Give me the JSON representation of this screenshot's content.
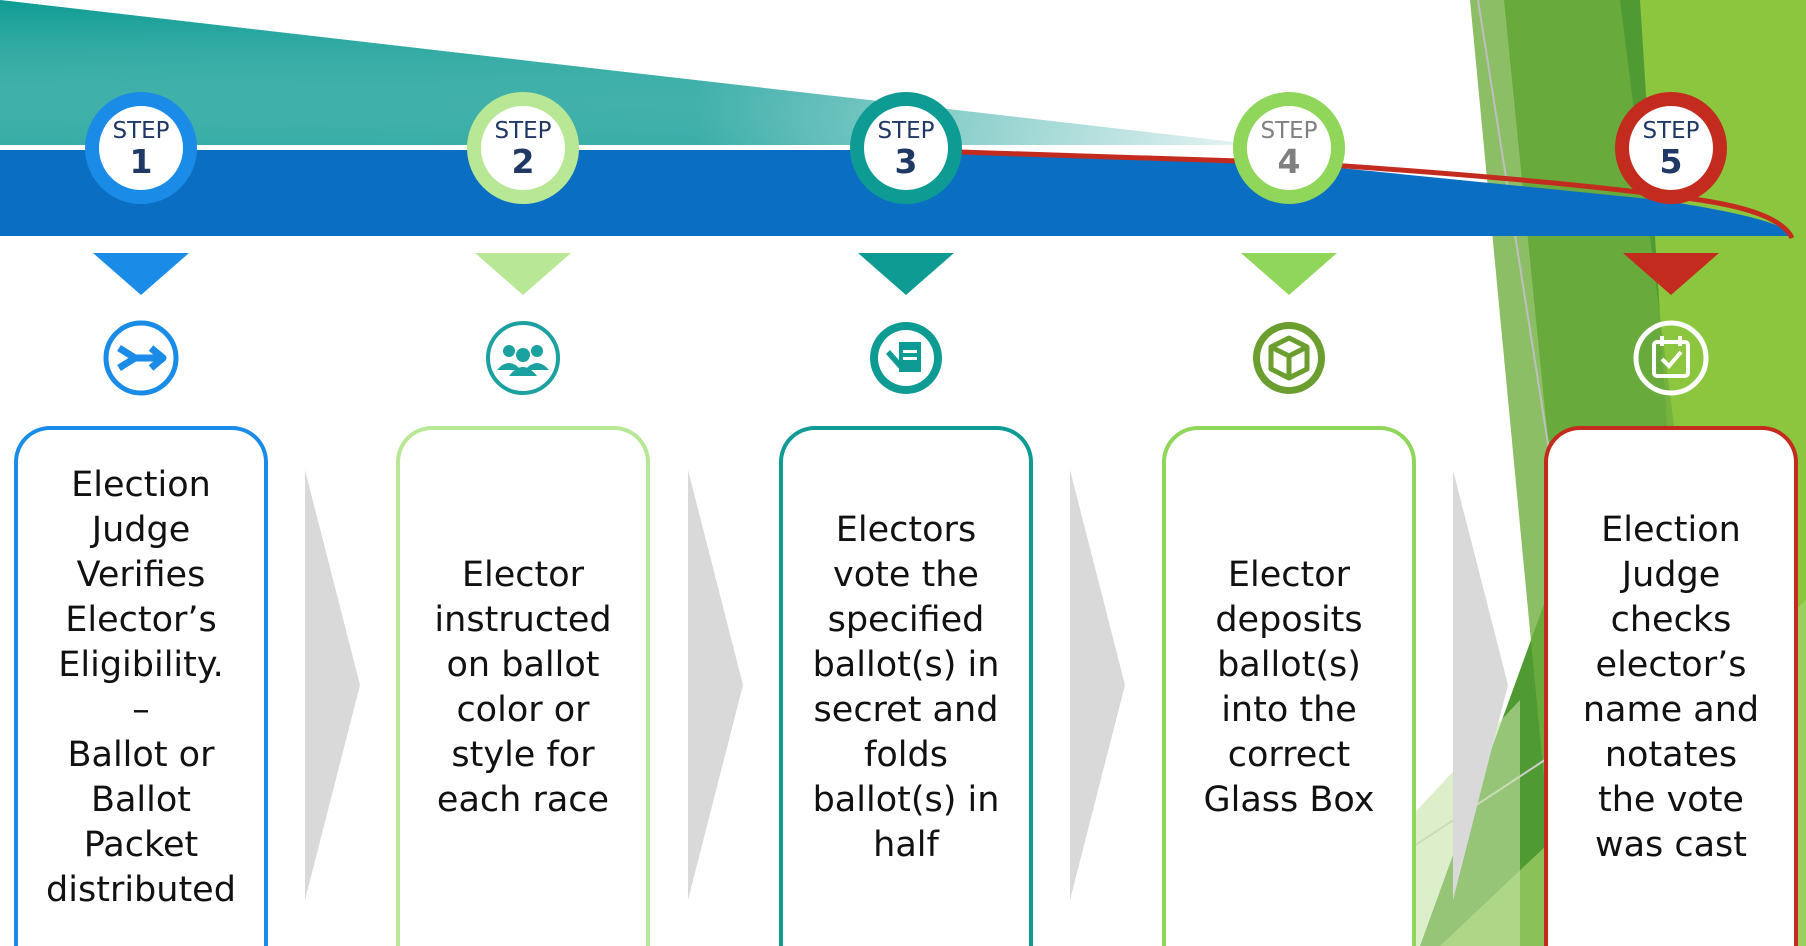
{
  "steps": [
    {
      "label": "STEP",
      "number": "1",
      "color": "#1a8ce8",
      "text": "Election\nJudge\nVerifies\nElector’s\nEligibility.\n–\nBallot or\nBallot\nPacket\ndistributed",
      "icon": "process-arrow-icon"
    },
    {
      "label": "STEP",
      "number": "2",
      "color": "#b8e895",
      "text": "Elector\ninstructed\non ballot\ncolor or\nstyle for\neach race",
      "icon": "people-group-icon"
    },
    {
      "label": "STEP",
      "number": "3",
      "color": "#0e9b94",
      "text": "Electors\nvote the\nspecified\nballot(s) in\nsecret and\nfolds\nballot(s) in\nhalf",
      "icon": "document-pen-icon"
    },
    {
      "label": "STEP",
      "number": "4",
      "color": "#8fd65b",
      "text": "Elector\ndeposits\nballot(s)\ninto the\ncorrect\nGlass Box",
      "icon": "box-icon"
    },
    {
      "label": "STEP",
      "number": "5",
      "color": "#c42b1f",
      "text": "Election\nJudge\nchecks\nelector’s\nname and\nnotates\nthe vote\nwas cast",
      "icon": "calendar-check-icon"
    }
  ],
  "colors": {
    "band_blue": "#0a6fc2",
    "teal": "#0e9b94",
    "red_line": "#c42b1f",
    "chevron_gray": "#d9d9d9",
    "green_dark": "#4f9a32",
    "green_light": "#8cc63f",
    "step4_number": "#808080",
    "icon_step4": "#6b9e2e"
  }
}
